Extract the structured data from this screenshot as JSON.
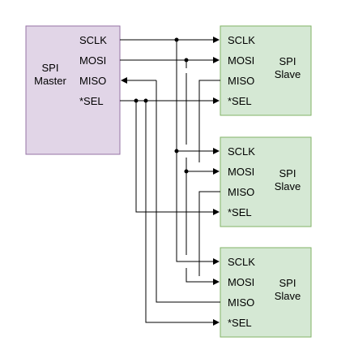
{
  "master": {
    "title_line1": "SPI",
    "title_line2": "Master",
    "pins": [
      "SCLK",
      "MOSI",
      "MISO",
      "*SEL"
    ],
    "fill": "#e1d5e7",
    "stroke": "#9673a6"
  },
  "slaves": [
    {
      "title_line1": "SPI",
      "title_line2": "Slave",
      "pins": [
        "SCLK",
        "MOSI",
        "MISO",
        "*SEL"
      ]
    },
    {
      "title_line1": "SPI",
      "title_line2": "Slave",
      "pins": [
        "SCLK",
        "MOSI",
        "MISO",
        "*SEL"
      ]
    },
    {
      "title_line1": "SPI",
      "title_line2": "Slave",
      "pins": [
        "SCLK",
        "MOSI",
        "MISO",
        "*SEL"
      ]
    }
  ],
  "colors": {
    "slave_fill": "#d5e8d4",
    "slave_stroke": "#82b366",
    "wire": "#000000"
  }
}
